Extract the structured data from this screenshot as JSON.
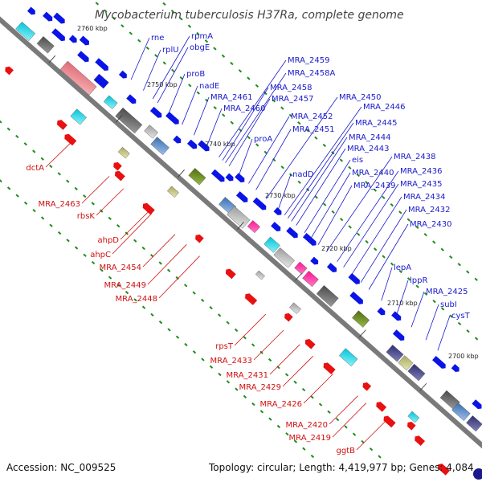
{
  "title": "Mycobacterium tuberculosis H37Ra, complete genome",
  "footer": {
    "accession": "Accession: NC_009525",
    "summary": "Topology: circular; Length: 4,419,977 bp; Genes: 4,084"
  },
  "colors": {
    "forward_label": "#1a1acc",
    "reverse_label": "#d01010",
    "backbone": "#7a7a7a",
    "gene_blue": "#0a14e6",
    "gene_red": "#e81010",
    "cds_dark": "#666666",
    "cds_light": "#c0c0c0",
    "cds_pink": "#f0909a",
    "cds_cyan": "#19d8e8",
    "cds_green": "#6b8e23",
    "cds_magenta": "#ff33aa",
    "cds_steel": "#5c8fcc",
    "cds_navy": "#4a4a88",
    "tick_green": "#1e8c1e"
  },
  "scale_marks": [
    "2760 kbp",
    "2750 kbp",
    "2740 kbp",
    "2730 kbp",
    "2720 kbp",
    "2710 kbp",
    "2700 kbp"
  ],
  "forward_genes": [
    "rne",
    "rplU",
    "rpmA",
    "obgE",
    "proB",
    "nadE",
    "MRA_2461",
    "MRA_2460",
    "MRA_2459",
    "MRA_2458A",
    "MRA_2458",
    "MRA_2457",
    "proA",
    "MRA_2452",
    "MRA_2451",
    "MRA_2450",
    "MRA_2446",
    "MRA_2445",
    "MRA_2444",
    "MRA_2443",
    "nadD",
    "eis",
    "MRA_2440",
    "MRA_2439",
    "MRA_2438",
    "MRA_2436",
    "MRA_2435",
    "MRA_2434",
    "MRA_2432",
    "MRA_2430",
    "lepA",
    "lppR",
    "MRA_2425",
    "subI",
    "cysT"
  ],
  "reverse_genes": [
    "dctA",
    "MRA_2463",
    "rbsK",
    "ahpD",
    "ahpC",
    "MRA_2454",
    "MRA_2449",
    "MRA_2448",
    "rpsT",
    "MRA_2433",
    "MRA_2431",
    "MRA_2429",
    "MRA_2426",
    "MRA_2420",
    "MRA_2419",
    "ggtB"
  ]
}
